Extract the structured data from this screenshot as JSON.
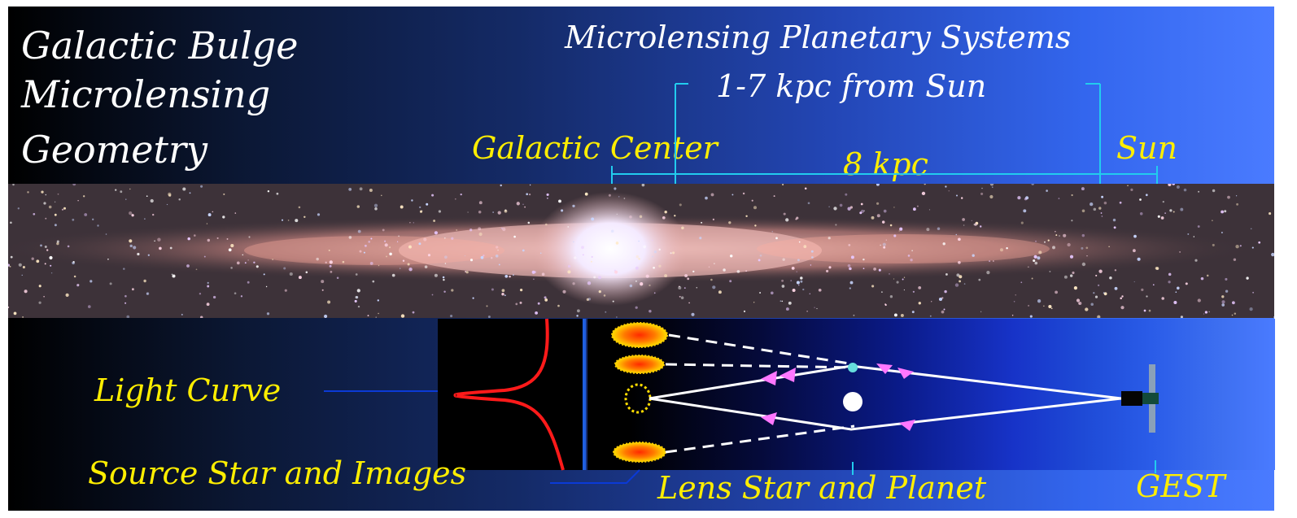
{
  "title": {
    "line1": "Galactic Bulge",
    "line2": "Microlensing",
    "line3": "Geometry"
  },
  "header": {
    "systems_line1": "Microlensing Planetary Systems",
    "systems_line2": "1-7 kpc from Sun"
  },
  "scale": {
    "galactic_center": "Galactic Center",
    "distance": "8 kpc",
    "sun": "Sun"
  },
  "labels": {
    "light_curve": "Light Curve",
    "source_star": "Source Star and Images",
    "lens": "Lens Star and Planet",
    "gest": "GEST"
  },
  "colors": {
    "label_yellow": "#ffee00",
    "leader_cyan": "#22ccee",
    "leader_blue": "#0b3ad6",
    "curve_red": "#ff1a1a",
    "arrow_pink": "#ff77ff"
  }
}
